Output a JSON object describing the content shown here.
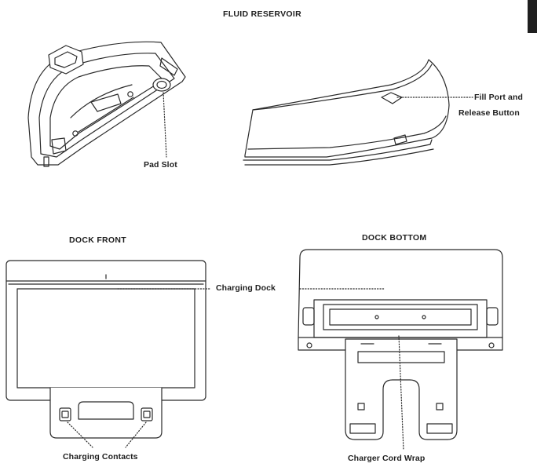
{
  "sections": {
    "fluid_reservoir": "FLUID RESERVOIR",
    "dock_front": "DOCK FRONT",
    "dock_bottom": "DOCK BOTTOM"
  },
  "callouts": {
    "pad_slot": "Pad Slot",
    "fill_port_line1": "Fill Port and",
    "fill_port_line2": "Release Button",
    "charging_dock": "Charging Dock",
    "charging_contacts": "Charging Contacts",
    "charger_cord_wrap": "Charger Cord Wrap"
  },
  "colors": {
    "line": "#2a2a2a",
    "fill": "#ffffff",
    "tab": "#1f1f1f"
  }
}
